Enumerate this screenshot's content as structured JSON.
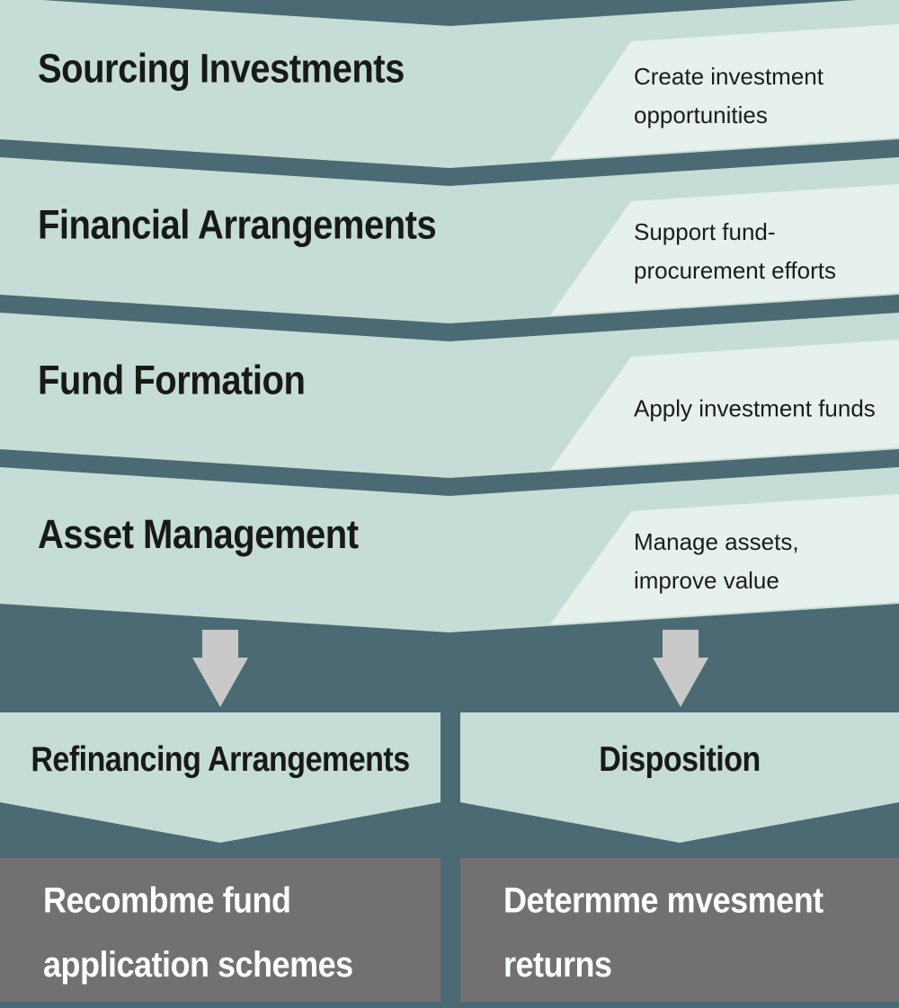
{
  "diagram": {
    "bands": [
      {
        "title": "Sourcing Investments",
        "note_lines": [
          "Create investment",
          "opportunities"
        ]
      },
      {
        "title": "Financial Arrangements",
        "note_lines": [
          "Support fund-",
          "procurement efforts"
        ]
      },
      {
        "title": "Fund Formation",
        "note_lines": [
          "Apply investment funds"
        ]
      },
      {
        "title": "Asset Management",
        "note_lines": [
          "Manage assets,",
          "improve value"
        ]
      }
    ],
    "outcomes": [
      {
        "title": "Refinancing Arrangements",
        "result_lines": [
          "Recombme fund",
          "application schemes"
        ]
      },
      {
        "title": "Disposition",
        "result_lines": [
          "Determme mvesment",
          "returns"
        ]
      }
    ],
    "icons": {
      "left_arrow": "down-arrow",
      "right_arrow": "down-arrow"
    },
    "colors": {
      "background": "#4c6a73",
      "band": "#c5ddd6",
      "band_highlight": "#e6f0ec",
      "outcome_box": "#737072",
      "arrow": "#c9c9c9",
      "title_text": "#191919",
      "result_text": "#ffffff"
    }
  }
}
